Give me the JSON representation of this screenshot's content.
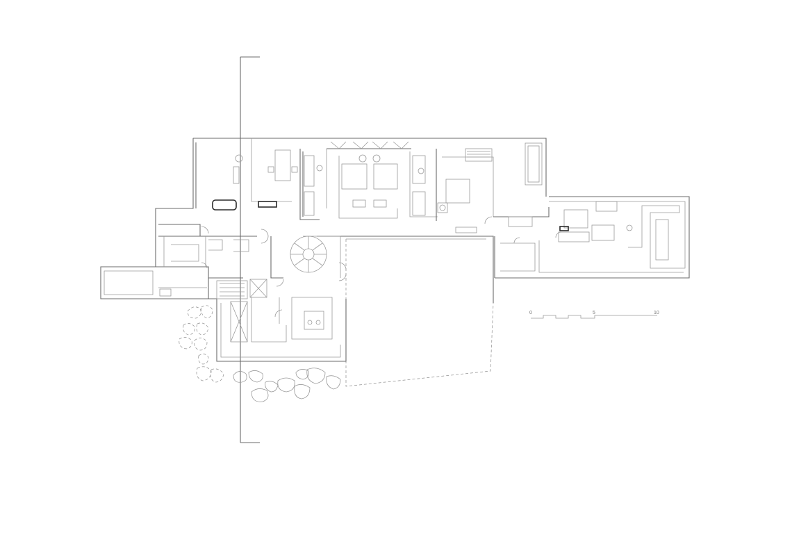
{
  "scale_bar": {
    "labels": [
      "0",
      "5",
      "10"
    ]
  }
}
